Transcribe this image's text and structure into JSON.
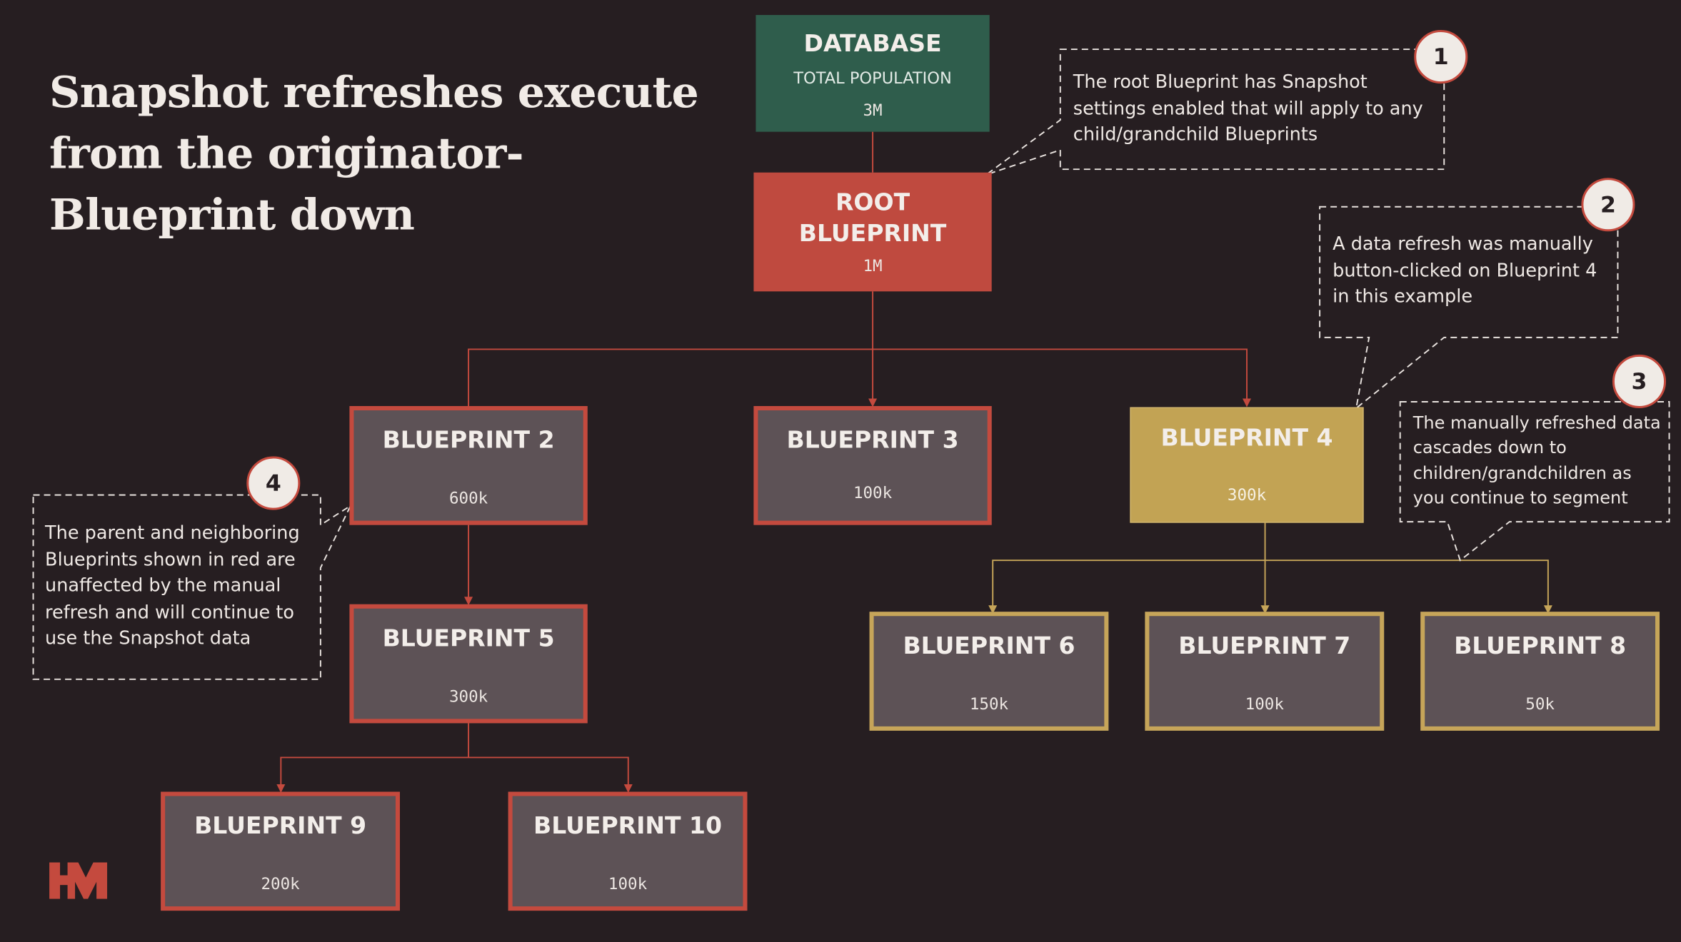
{
  "title": "Snapshot refreshes execute from the originator-Blueprint down",
  "colors": {
    "background": "#261e21",
    "database": "#2f5d4c",
    "root": "#bf4a3f",
    "red_outline": "#c44a3e",
    "gold": "#c6a559",
    "node_fill": "#5d5256"
  },
  "database": {
    "name": "DATABASE",
    "subtitle": "TOTAL POPULATION",
    "size": "3M"
  },
  "root": {
    "name_line1": "ROOT",
    "name_line2": "BLUEPRINT",
    "size": "1M"
  },
  "blueprints": {
    "bp2": {
      "name": "BLUEPRINT 2",
      "size": "600k"
    },
    "bp3": {
      "name": "BLUEPRINT 3",
      "size": "100k"
    },
    "bp4": {
      "name": "BLUEPRINT 4",
      "size": "300k"
    },
    "bp5": {
      "name": "BLUEPRINT 5",
      "size": "300k"
    },
    "bp6": {
      "name": "BLUEPRINT 6",
      "size": "150k"
    },
    "bp7": {
      "name": "BLUEPRINT 7",
      "size": "100k"
    },
    "bp8": {
      "name": "BLUEPRINT 8",
      "size": "50k"
    },
    "bp9": {
      "name": "BLUEPRINT 9",
      "size": "200k"
    },
    "bp10": {
      "name": "BLUEPRINT 10",
      "size": "100k"
    }
  },
  "notes": {
    "n1": {
      "number": "1",
      "text": "The root Blueprint has Snapshot settings enabled that will apply to any child/grandchild Blueprints"
    },
    "n2": {
      "number": "2",
      "text": "A data refresh was manually button-clicked on Blueprint 4 in this example"
    },
    "n3": {
      "number": "3",
      "text": "The manually refreshed data cascades down to children/grandchildren as you continue to segment"
    },
    "n4": {
      "number": "4",
      "text": "The parent and neighboring Blueprints shown in red are unaffected by the manual refresh and will continue to use the Snapshot data"
    }
  }
}
